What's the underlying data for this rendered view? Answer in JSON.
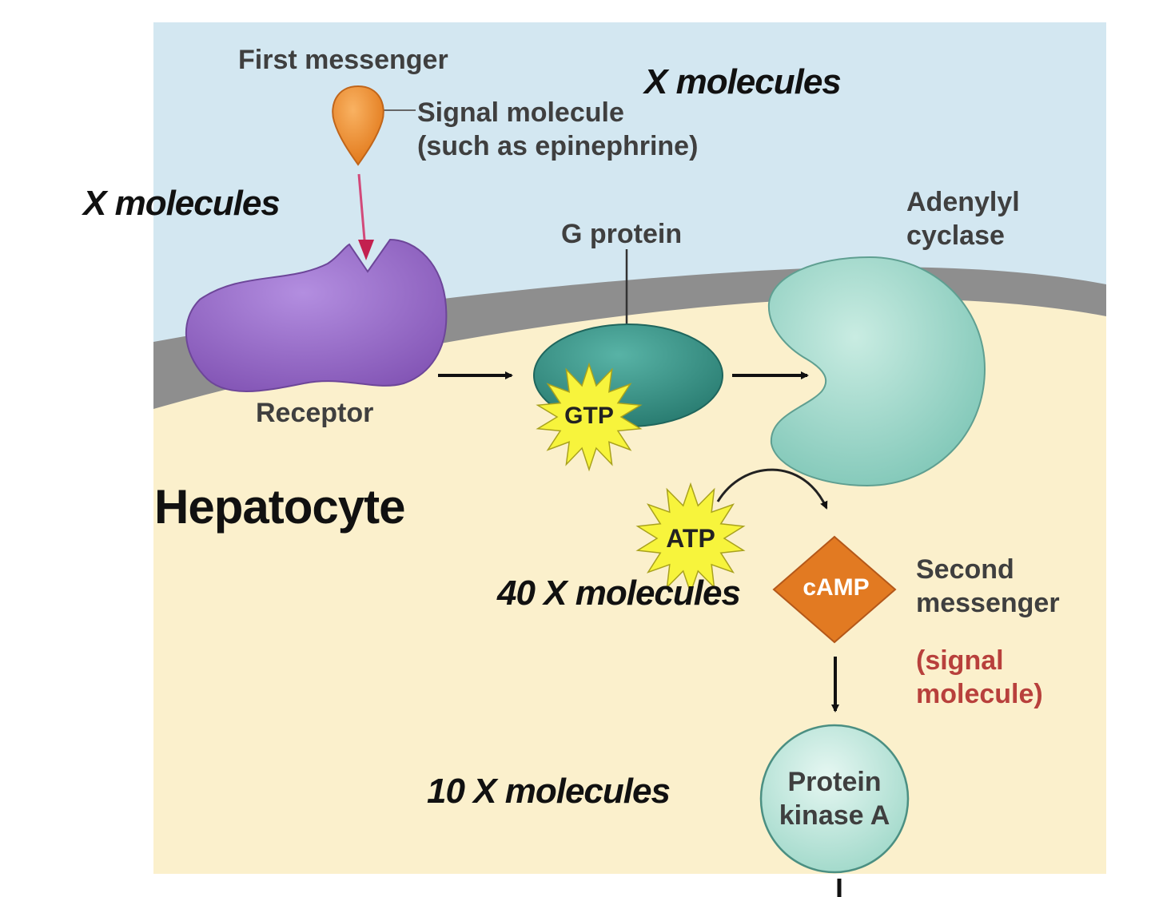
{
  "labels": {
    "first_messenger": "First messenger",
    "signal_molecule": "Signal molecule\n(such as epinephrine)",
    "receptor": "Receptor",
    "g_protein": "G protein",
    "gtp": "GTP",
    "adenylyl_cyclase": "Adenylyl\ncyclase",
    "hepatocyte": "Hepatocyte",
    "atp": "ATP",
    "camp": "cAMP",
    "second_messenger": "Second\nmessenger",
    "signal_molecule_note": "(signal\n  molecule)",
    "protein_kinase_a": "Protein\nkinase A"
  },
  "annotations": {
    "x_molecules_top": "X molecules",
    "x_molecules_left": "X molecules",
    "forty_x_molecules": "40 X molecules",
    "ten_x_molecules": "10 X molecules"
  },
  "colors": {
    "extracellular": "#d3e7f1",
    "cytoplasm": "#fbf0cc",
    "membrane": "#8e8e8e",
    "receptor": "#9c70c5",
    "g_protein": "#3c9a8e",
    "adenylyl_cyclase": "#9fd6c9",
    "signal_molecule": "#f2902c",
    "camp": "#e27a22",
    "burst": "#f7f43c",
    "kinase": "#c6ebe2",
    "red_text": "#b8403c"
  }
}
